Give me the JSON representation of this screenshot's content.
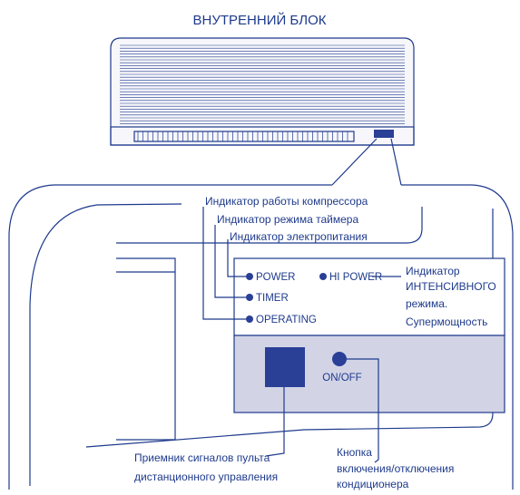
{
  "title": "ВНУТРЕННИЙ БЛОК",
  "annotations": {
    "compressor_indicator": "Индикатор работы компрессора",
    "timer_indicator": "Индикатор режима таймера",
    "power_indicator": "Индикатор электропитания",
    "hipower_line1": "Индикатор",
    "hipower_line2": "ИНТЕНСИВНОГО",
    "hipower_line3": "режима.",
    "hipower_line4": "Супермощность",
    "receiver_line1": "Приемник сигналов пульта",
    "receiver_line2": "дистанционного управления",
    "onoff_line1": "Кнопка",
    "onoff_line2": "включения/отключения",
    "onoff_line3": "кондиционера"
  },
  "panel_labels": {
    "power": "POWER",
    "timer": "TIMER",
    "operating": "OPERATING",
    "hi_power": "HI POWER",
    "on_off": "ON/OFF"
  },
  "colors": {
    "ink": "#1e3a8c",
    "panel_fill": "#d2d4e6",
    "receiver_fill": "#2a3f96",
    "unit_fill": "#f7f7fb"
  }
}
